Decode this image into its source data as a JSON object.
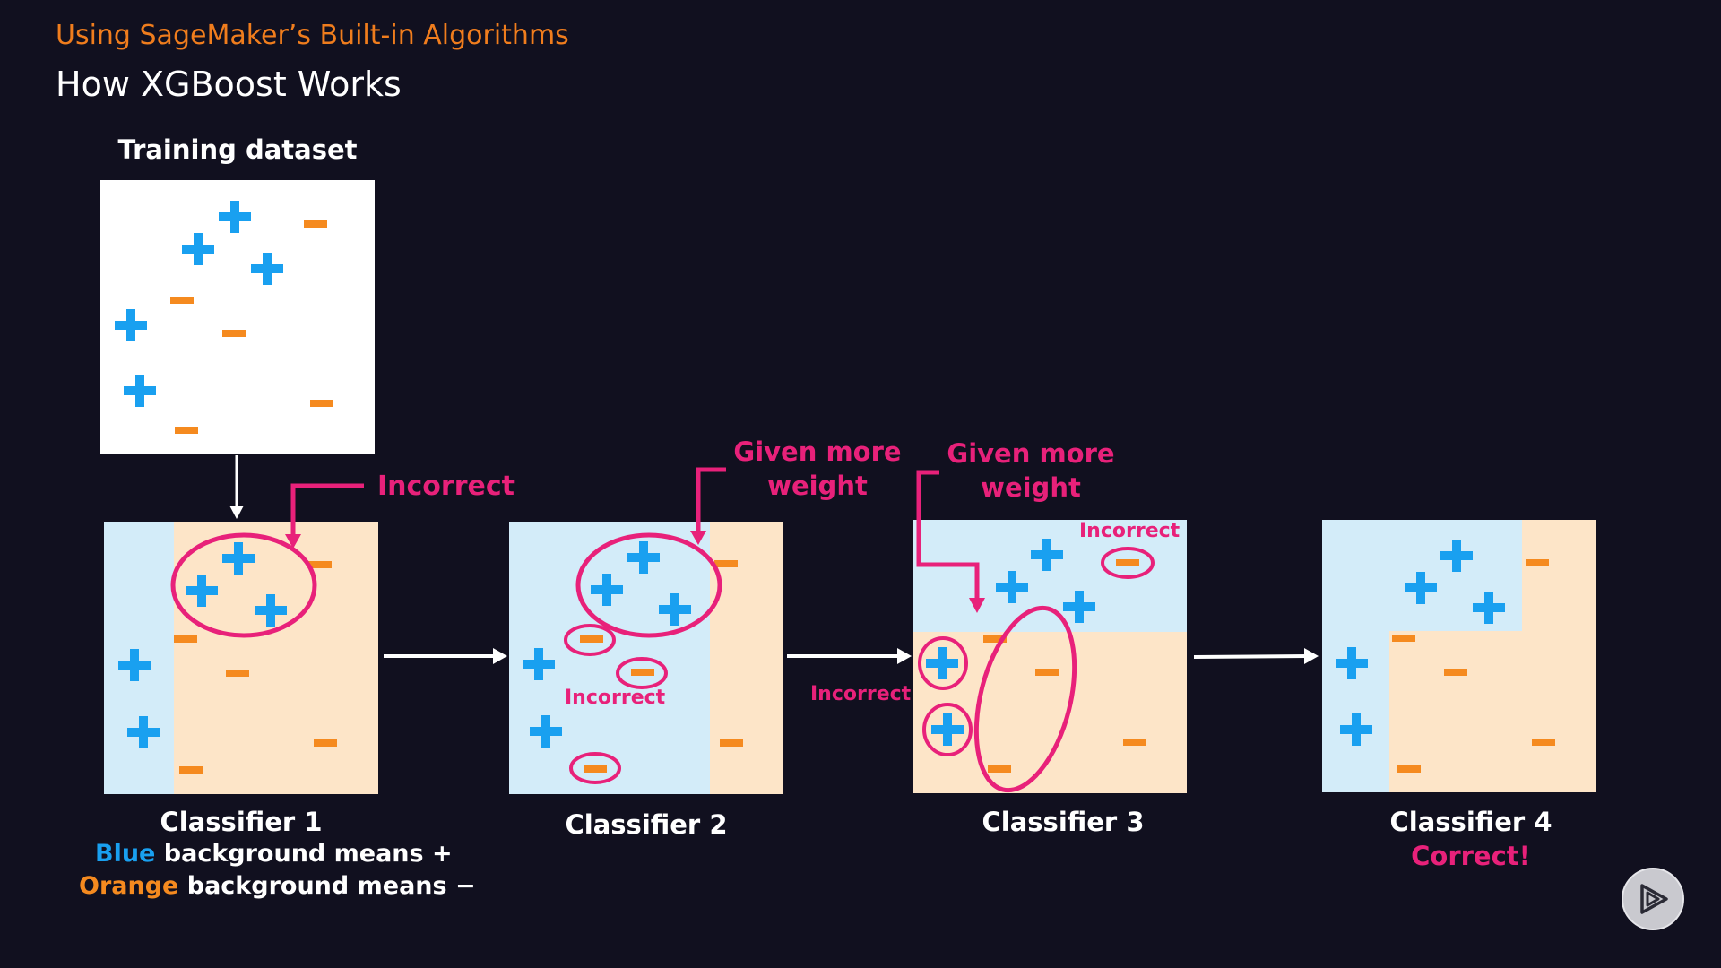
{
  "header": {
    "subtitle": "Using SageMaker’s Built-in Algorithms",
    "title": "How XGBoost Works"
  },
  "training": {
    "label": "Training dataset"
  },
  "classifiers": [
    {
      "label": "Classifier 1"
    },
    {
      "label": "Classifier 2"
    },
    {
      "label": "Classifier 3"
    },
    {
      "label": "Classifier 4"
    }
  ],
  "annotations": {
    "incorrect": "Incorrect",
    "incorrect_small": "Incorrect",
    "given_more_weight_line1": "Given more",
    "given_more_weight_line2": "weight",
    "correct": "Correct!"
  },
  "legend": {
    "blue_word": "Blue",
    "blue_rest": " background means +",
    "orange_word": "Orange",
    "orange_rest": " background means −"
  },
  "colors": {
    "background": "#11101f",
    "plus": "#19a0f0",
    "minus": "#f58a1f",
    "highlight": "#e8217a",
    "blue_region": "#d3ecf9",
    "orange_region": "#fde5c8",
    "subtitle": "#f07d1d"
  },
  "icons": {
    "play": "play-icon"
  }
}
